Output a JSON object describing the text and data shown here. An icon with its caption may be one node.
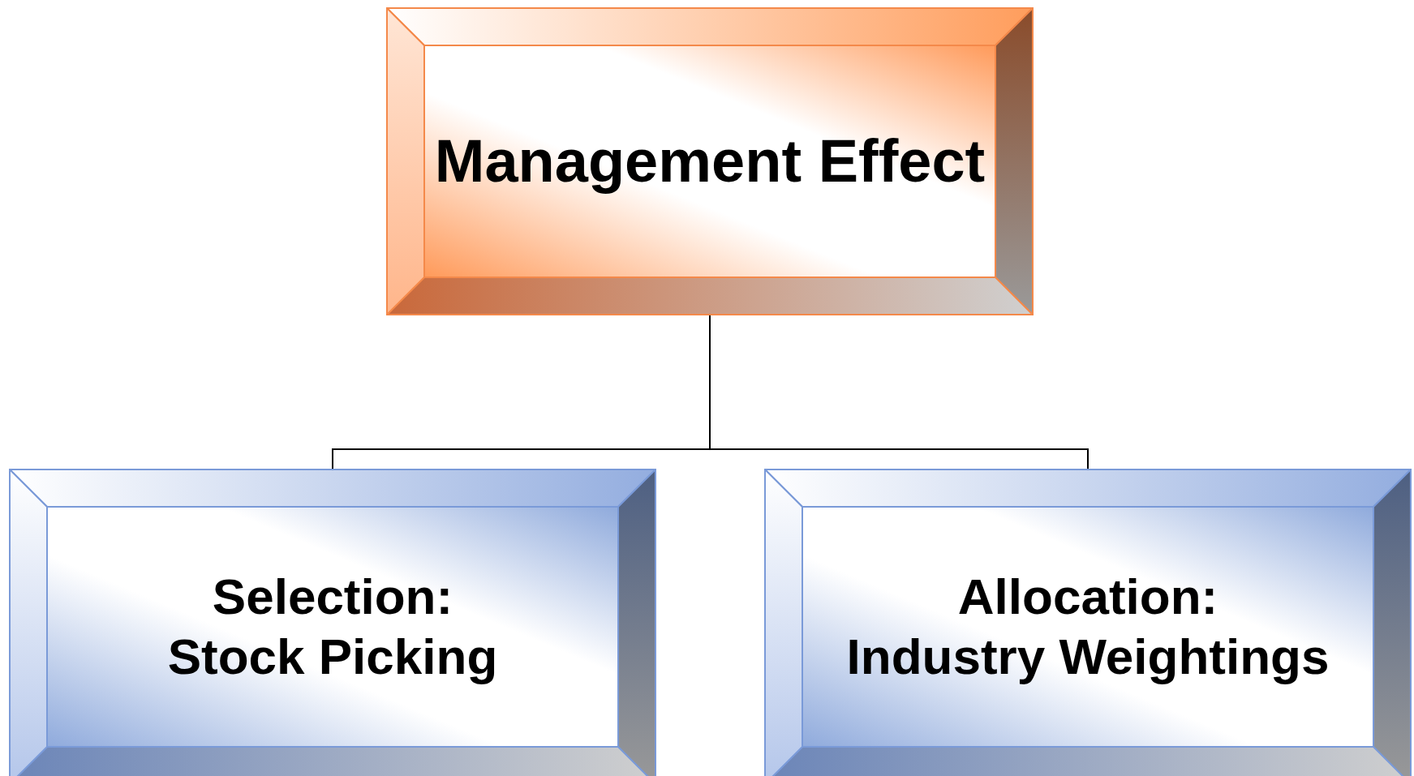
{
  "diagram": {
    "nodes": [
      {
        "text": [
          "Management Effect"
        ]
      },
      {
        "text": [
          "Selection:",
          "Stock Picking"
        ]
      },
      {
        "text": [
          "Allocation:",
          "Industry Weightings"
        ]
      }
    ],
    "edges": [
      {
        "from": 0,
        "to": 1,
        "arrow": "none"
      },
      {
        "from": 0,
        "to": 2,
        "arrow": "none"
      }
    ]
  }
}
